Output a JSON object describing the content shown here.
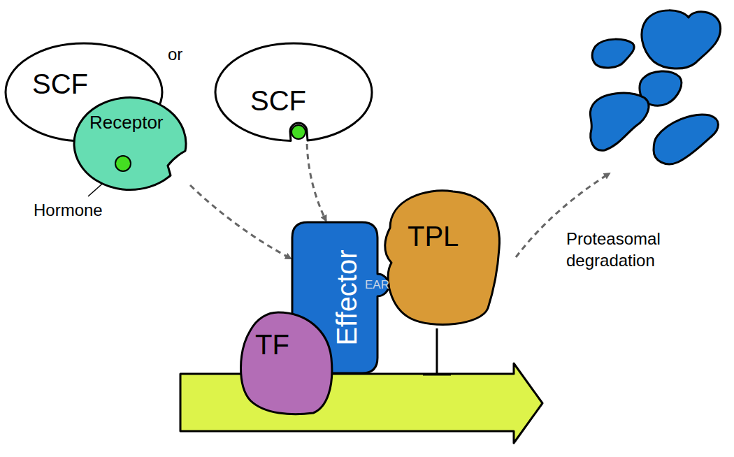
{
  "diagram": {
    "nodes": [
      {
        "text": [
          "SCF"
        ]
      },
      {
        "text": [
          "Receptor"
        ],
        "in": 0
      },
      {
        "text": [
          "SCF"
        ]
      },
      {
        "text": [
          "Effector",
          "EAR"
        ]
      },
      {
        "text": [
          "TPL"
        ]
      },
      {
        "text": [
          "TF"
        ]
      }
    ],
    "edges": [
      {
        "from": 0,
        "to": 3,
        "arrow": "to"
      },
      {
        "from": 2,
        "to": 3,
        "arrow": "to"
      }
    ],
    "labels": [
      "or",
      "Hormone",
      "Proteasomal degradation"
    ]
  }
}
